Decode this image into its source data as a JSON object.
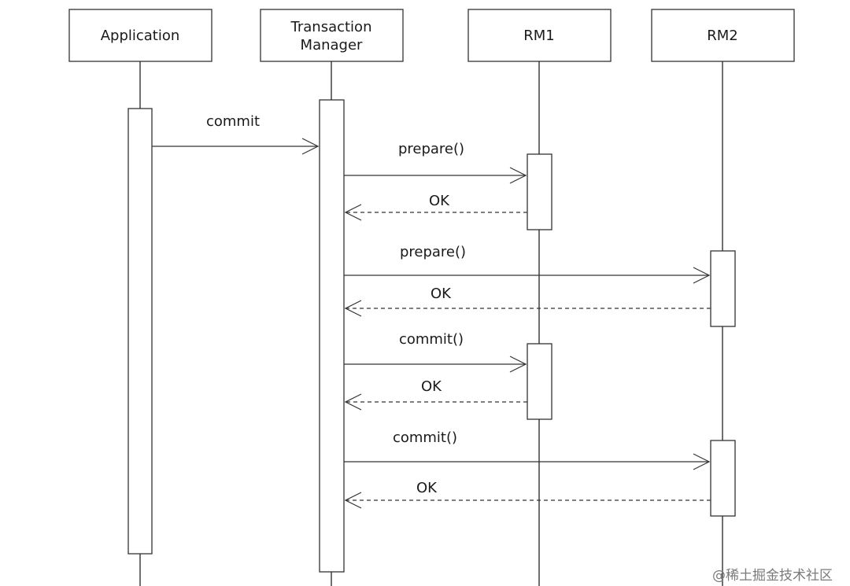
{
  "participants": [
    {
      "id": "app",
      "label_lines": [
        "Application"
      ]
    },
    {
      "id": "tm",
      "label_lines": [
        "Transaction",
        "Manager"
      ]
    },
    {
      "id": "rm1",
      "label_lines": [
        "RM1"
      ]
    },
    {
      "id": "rm2",
      "label_lines": [
        "RM2"
      ]
    }
  ],
  "messages": [
    {
      "id": "m1",
      "from": "app",
      "to": "tm",
      "label": "commit",
      "style": "solid"
    },
    {
      "id": "m2",
      "from": "tm",
      "to": "rm1",
      "label": "prepare()",
      "style": "solid"
    },
    {
      "id": "m3",
      "from": "rm1",
      "to": "tm",
      "label": "OK",
      "style": "dashed"
    },
    {
      "id": "m4",
      "from": "tm",
      "to": "rm2",
      "label": "prepare()",
      "style": "solid"
    },
    {
      "id": "m5",
      "from": "rm2",
      "to": "tm",
      "label": "OK",
      "style": "dashed"
    },
    {
      "id": "m6",
      "from": "tm",
      "to": "rm1",
      "label": "commit()",
      "style": "solid"
    },
    {
      "id": "m7",
      "from": "rm1",
      "to": "tm",
      "label": "OK",
      "style": "dashed"
    },
    {
      "id": "m8",
      "from": "tm",
      "to": "rm2",
      "label": "commit()",
      "style": "solid"
    },
    {
      "id": "m9",
      "from": "rm2",
      "to": "tm",
      "label": "OK",
      "style": "dashed"
    }
  ],
  "watermark": "@稀土掘金技术社区"
}
